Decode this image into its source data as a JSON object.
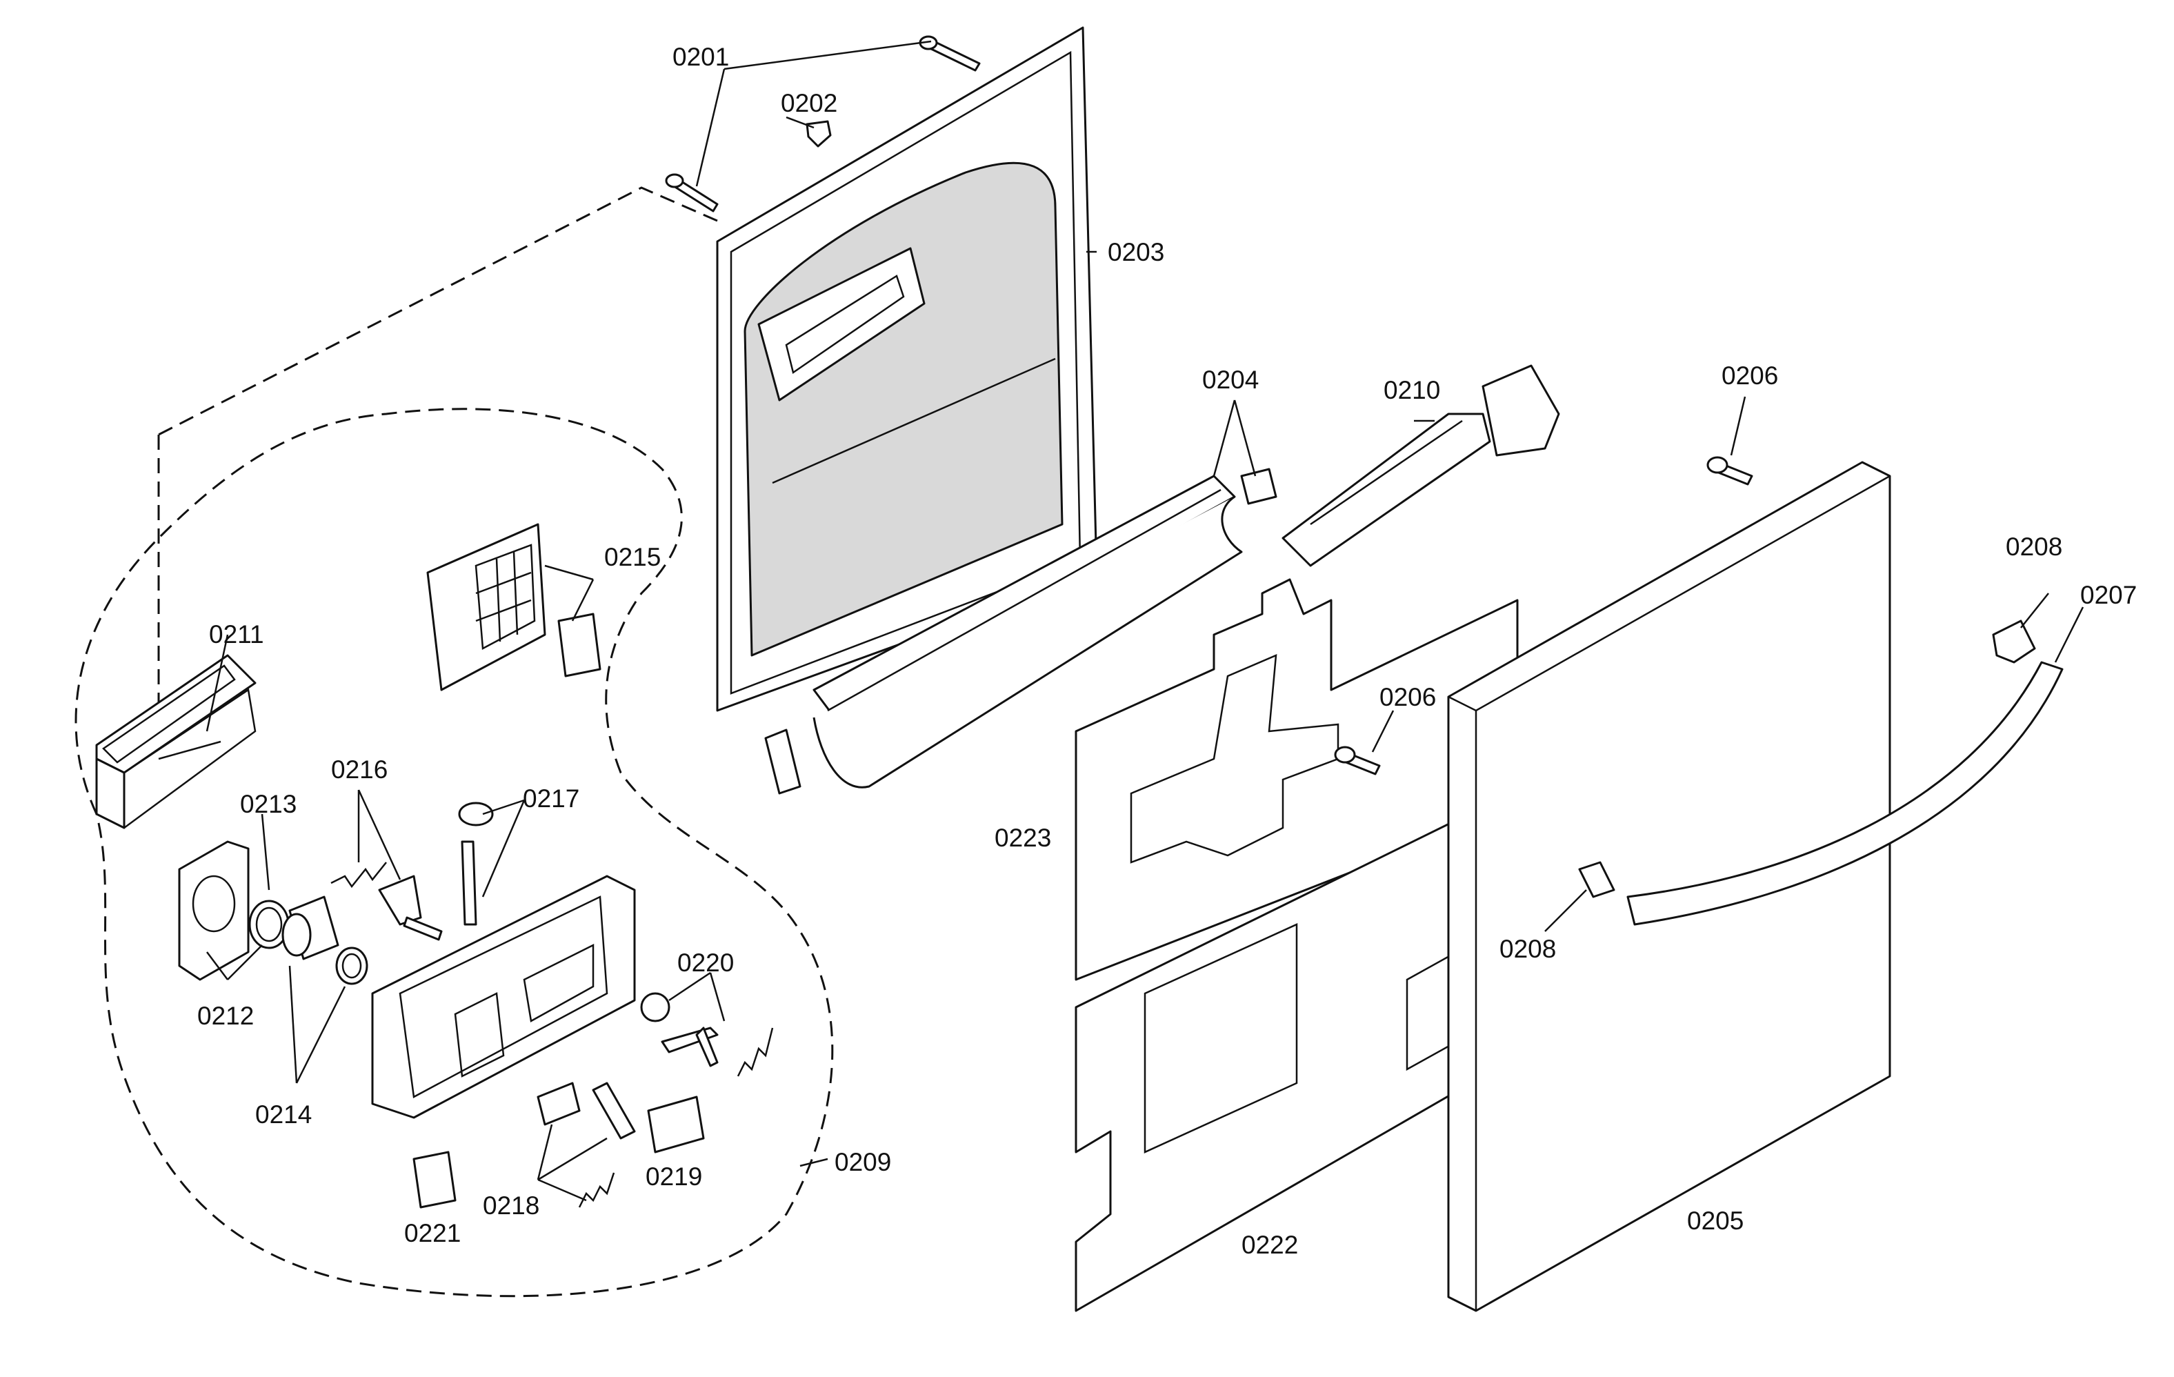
{
  "labels": {
    "p0201": "0201",
    "p0202": "0202",
    "p0203": "0203",
    "p0204": "0204",
    "p0205": "0205",
    "p0206a": "0206",
    "p0206b": "0206",
    "p0207": "0207",
    "p0208a": "0208",
    "p0208b": "0208",
    "p0209": "0209",
    "p0210": "0210",
    "p0211": "0211",
    "p0212": "0212",
    "p0213": "0213",
    "p0214": "0214",
    "p0215": "0215",
    "p0216": "0216",
    "p0217": "0217",
    "p0218": "0218",
    "p0219": "0219",
    "p0220": "0220",
    "p0221": "0221",
    "p0222": "0222",
    "p0223": "0223"
  }
}
